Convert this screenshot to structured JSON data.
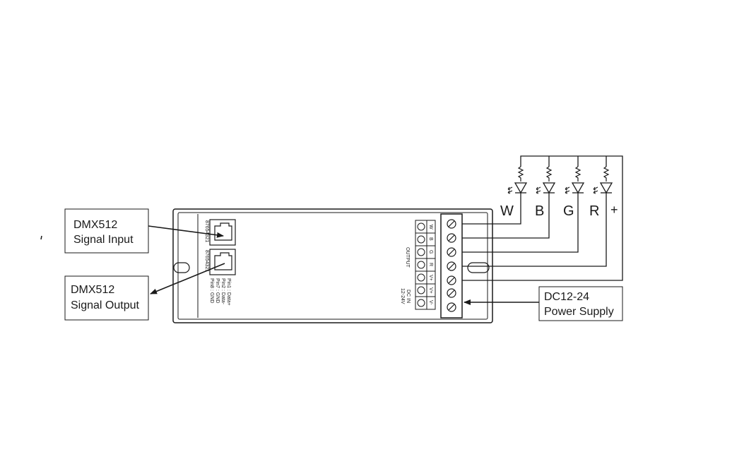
{
  "labels": {
    "dmx_input_line1": "DMX512",
    "dmx_input_line2": "Signal Input",
    "dmx_output_line1": "DMX512",
    "dmx_output_line2": "Signal Output",
    "power_line1": "DC12-24",
    "power_line2": "Power Supply",
    "pinout": [
      "Pin1 : Data+",
      "Pin2 : Data-",
      "Pin7 : GND",
      "Pin8 : GND"
    ],
    "jack_pin_numbers": "87654321",
    "output_header": "OUTPUT",
    "dcin_line1": "DC IN",
    "dcin_line2": "12-24V",
    "terminal_tags": [
      "W",
      "B",
      "G",
      "R",
      "V+",
      "V+",
      "V-"
    ],
    "channel_letters": [
      "W",
      "B",
      "G",
      "R",
      "+"
    ]
  },
  "colors": {
    "line": "#1a1a1a",
    "background": "#ffffff"
  }
}
